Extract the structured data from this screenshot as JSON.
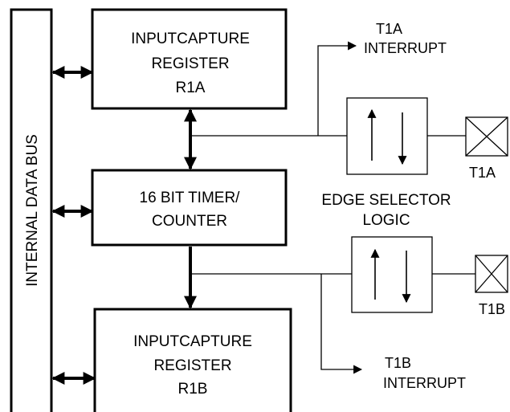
{
  "bus": {
    "label": "INTERNAL DATA BUS"
  },
  "blocks": {
    "r1a": {
      "line1": "INPUTCAPTURE",
      "line2": "REGISTER",
      "line3": "R1A"
    },
    "timer": {
      "line1": "16 BIT TIMER/",
      "line2": "COUNTER"
    },
    "r1b": {
      "line1": "INPUTCAPTURE",
      "line2": "REGISTER",
      "line3": "R1B"
    }
  },
  "interrupts": {
    "t1a": {
      "line1": "T1A",
      "line2": "INTERRUPT"
    },
    "t1b": {
      "line1": "T1B",
      "line2": "INTERRUPT"
    }
  },
  "edge_selector": {
    "line1": "EDGE SELECTOR",
    "line2": "LOGIC"
  },
  "pins": {
    "t1a": "T1A",
    "t1b": "T1B"
  }
}
